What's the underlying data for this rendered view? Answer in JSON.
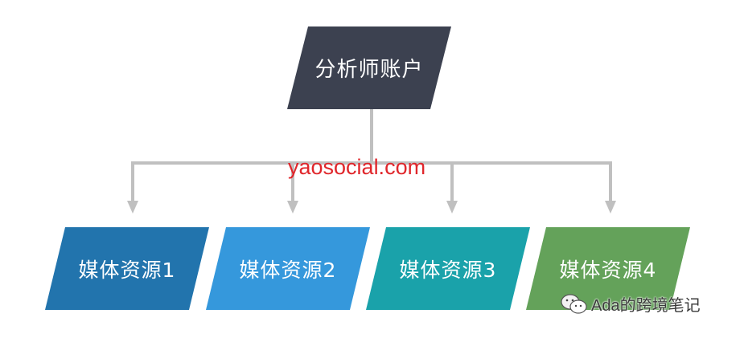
{
  "diagram": {
    "type": "tree",
    "root": {
      "label": "分析师账户",
      "color": "#3c4150"
    },
    "children": [
      {
        "label": "媒体资源1",
        "color": "#2274ad"
      },
      {
        "label": "媒体资源2",
        "color": "#3598dc"
      },
      {
        "label": "媒体资源3",
        "color": "#1aa2aa"
      },
      {
        "label": "媒体资源4",
        "color": "#64a25a"
      }
    ],
    "connector_color": "#c0c0c0"
  },
  "watermark": {
    "text": "yaosocial.com",
    "color": "#e0262b"
  },
  "footer": {
    "icon": "wechat-icon",
    "text": "Ada的跨境笔记"
  }
}
